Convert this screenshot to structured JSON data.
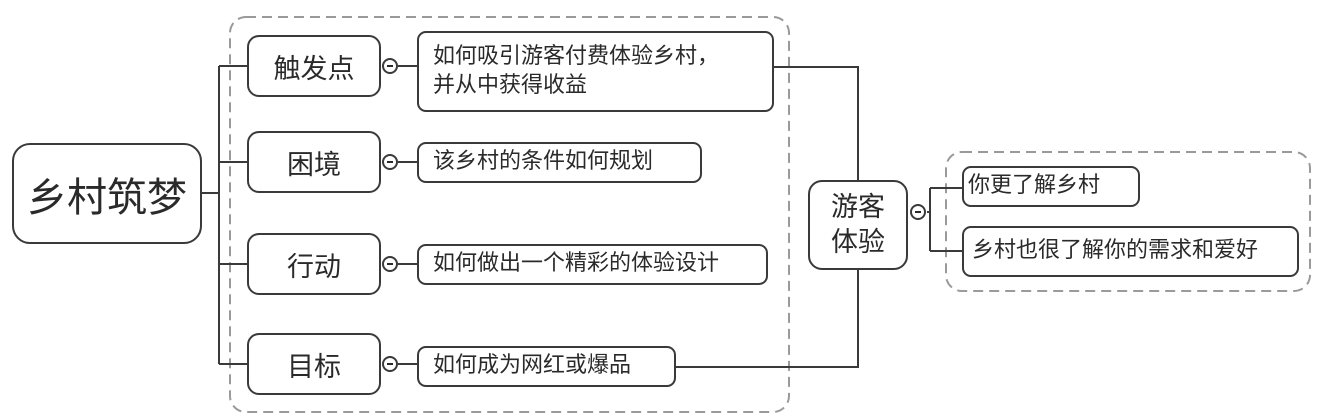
{
  "root": {
    "label": "乡村筑梦"
  },
  "branches": [
    {
      "label": "触发点",
      "leaf": "如何吸引游客付费体验乡村，\n并从中获得收益"
    },
    {
      "label": "困境",
      "leaf": "该乡村的条件如何规划"
    },
    {
      "label": "行动",
      "leaf": "如何做出一个精彩的体验设计"
    },
    {
      "label": "目标",
      "leaf": "如何成为网红或爆品"
    }
  ],
  "hub": {
    "label": "游客\n体验"
  },
  "hub_children": [
    {
      "label": "你更了解乡村"
    },
    {
      "label": "乡村也很了解你的需求和爱好"
    }
  ],
  "colors": {
    "line": "#3a3a3a",
    "dashed": "#9a9a9a",
    "background": "#ffffff"
  }
}
